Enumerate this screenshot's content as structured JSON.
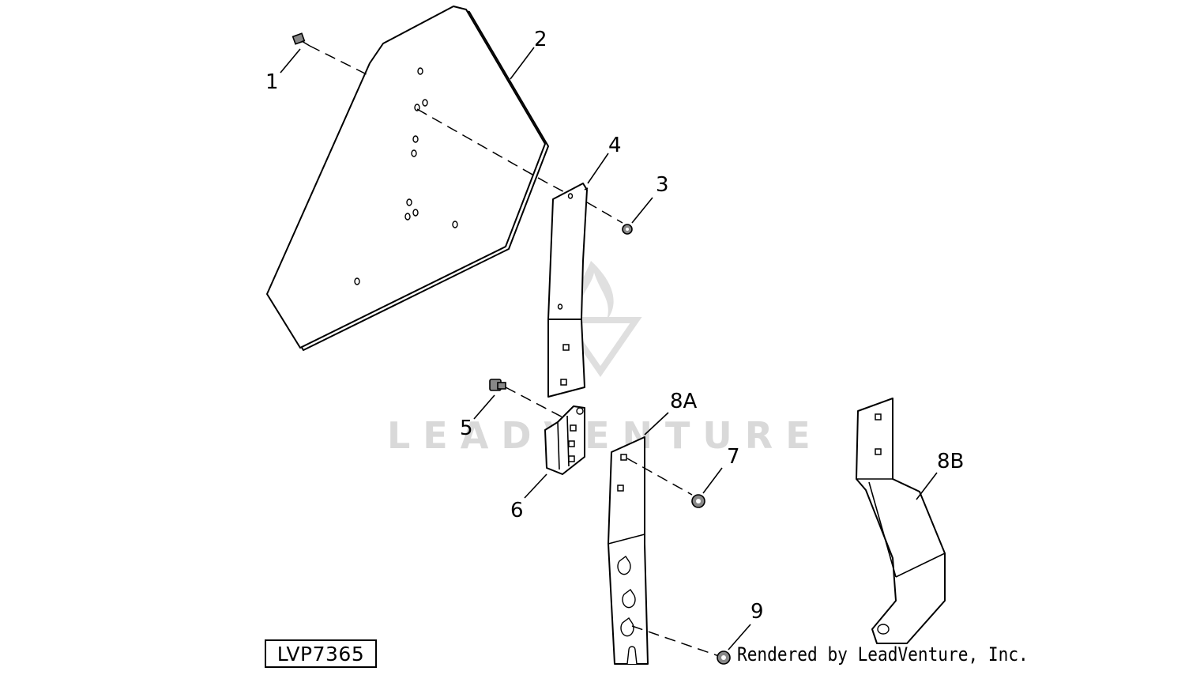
{
  "figure": {
    "id_label": "LVP7365",
    "credit": "Rendered by LeadVenture, Inc.",
    "watermark": "LEADVENTURE"
  },
  "callouts": {
    "c1": "1",
    "c2": "2",
    "c3": "3",
    "c4": "4",
    "c5": "5",
    "c6": "6",
    "c7": "7",
    "c8a": "8A",
    "c8b": "8B",
    "c9": "9"
  },
  "icons": {
    "watermark_logo": "leadventure-flame-logo-icon"
  }
}
